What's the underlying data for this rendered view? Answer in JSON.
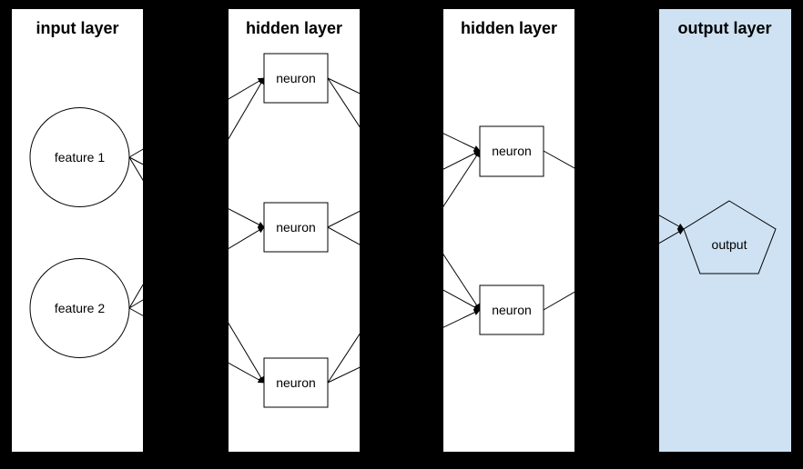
{
  "colors": {
    "background": "#000000",
    "panel": "#ffffff",
    "output_panel": "#cfe2f3",
    "node_fill": "#ffffff",
    "stroke": "#000000",
    "text": "#000000"
  },
  "layers": [
    {
      "title": "input layer"
    },
    {
      "title": "hidden layer"
    },
    {
      "title": "hidden layer"
    },
    {
      "title": "output layer"
    }
  ],
  "nodes": {
    "feature1": {
      "label": "feature 1",
      "shape": "circle"
    },
    "feature2": {
      "label": "feature 2",
      "shape": "circle"
    },
    "h1n1": {
      "label": "neuron",
      "shape": "rect"
    },
    "h1n2": {
      "label": "neuron",
      "shape": "rect"
    },
    "h1n3": {
      "label": "neuron",
      "shape": "rect"
    },
    "h2n1": {
      "label": "neuron",
      "shape": "rect"
    },
    "h2n2": {
      "label": "neuron",
      "shape": "rect"
    },
    "output": {
      "label": "output",
      "shape": "pentagon"
    }
  },
  "edges": [
    {
      "from": "feature1",
      "to": "h1n1"
    },
    {
      "from": "feature1",
      "to": "h1n2"
    },
    {
      "from": "feature1",
      "to": "h1n3"
    },
    {
      "from": "feature2",
      "to": "h1n1"
    },
    {
      "from": "feature2",
      "to": "h1n2"
    },
    {
      "from": "feature2",
      "to": "h1n3"
    },
    {
      "from": "h1n1",
      "to": "h2n1"
    },
    {
      "from": "h1n1",
      "to": "h2n2"
    },
    {
      "from": "h1n2",
      "to": "h2n1"
    },
    {
      "from": "h1n2",
      "to": "h2n2"
    },
    {
      "from": "h1n3",
      "to": "h2n1"
    },
    {
      "from": "h1n3",
      "to": "h2n2"
    },
    {
      "from": "h2n1",
      "to": "output"
    },
    {
      "from": "h2n2",
      "to": "output"
    }
  ]
}
